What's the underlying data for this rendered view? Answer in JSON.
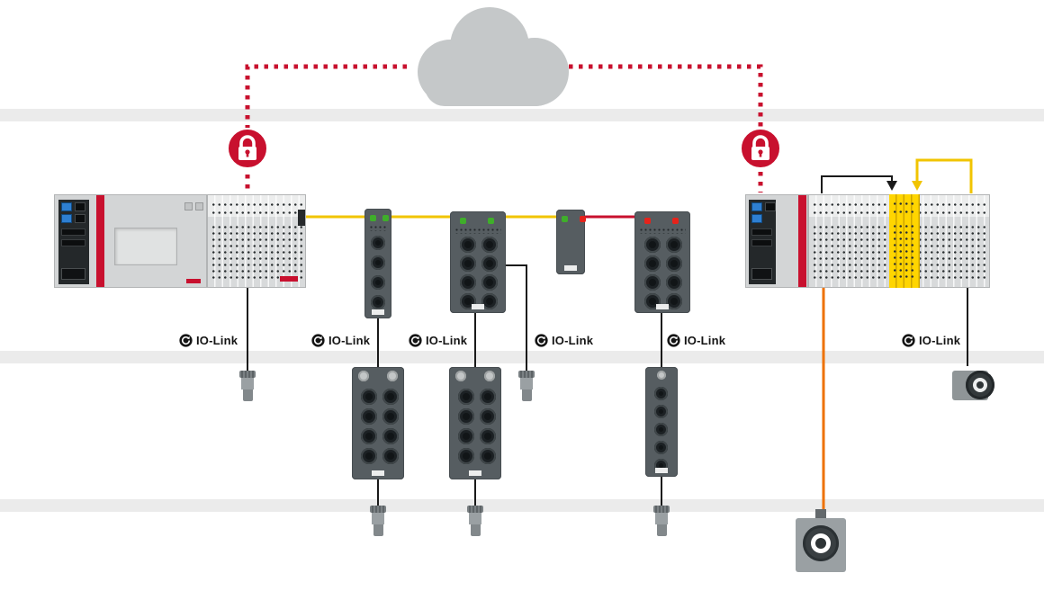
{
  "diagram": {
    "type": "network-topology",
    "iolink_labels": [
      {
        "of": "left-plc-station",
        "text": "IO-Link"
      },
      {
        "of": "iolink-master-1",
        "text": "IO-Link"
      },
      {
        "of": "iolink-master-2",
        "text": "IO-Link"
      },
      {
        "of": "branch-drop",
        "text": "IO-Link"
      },
      {
        "of": "iolink-master-3",
        "text": "IO-Link"
      },
      {
        "of": "right-plc-station",
        "text": "IO-Link"
      }
    ],
    "colors": {
      "brand_red": "#c8102e",
      "cable_yellow": "#f1c400",
      "cable_red": "#c8102e",
      "cable_orange": "#ee7203",
      "cable_black": "#1a1a1a",
      "safety_terminal_yellow": "#ffd500",
      "layer_band_gray": "#ebebeb",
      "cloud_gray": "#c5c8c9",
      "module_gray": "#565d61",
      "terminal_gray": "#d8dadb"
    },
    "nodes": [
      {
        "name": "cloud"
      },
      {
        "name": "security-lock-left"
      },
      {
        "name": "security-lock-right"
      },
      {
        "name": "left-plc-station"
      },
      {
        "name": "right-plc-station"
      },
      {
        "name": "safety-terminals"
      },
      {
        "name": "iolink-master-1"
      },
      {
        "name": "iolink-master-2"
      },
      {
        "name": "branch-coupler"
      },
      {
        "name": "iolink-master-3"
      },
      {
        "name": "iolink-device-1"
      },
      {
        "name": "iolink-device-2"
      },
      {
        "name": "iolink-device-3"
      },
      {
        "name": "sensor-plug-1"
      },
      {
        "name": "sensor-plug-2"
      },
      {
        "name": "sensor-plug-3"
      },
      {
        "name": "sensor-plug-4"
      },
      {
        "name": "sensor-plug-5"
      },
      {
        "name": "cable-reel-sensor"
      },
      {
        "name": "signal-horn"
      }
    ],
    "connections": [
      {
        "from": "cloud",
        "to": "security-lock-left",
        "style": "dotted-red"
      },
      {
        "from": "cloud",
        "to": "security-lock-right",
        "style": "dotted-red"
      },
      {
        "from": "security-lock-left",
        "to": "left-plc-station",
        "style": "dotted-red"
      },
      {
        "from": "security-lock-right",
        "to": "right-plc-station",
        "style": "dotted-red"
      },
      {
        "from": "left-plc-station",
        "to": "iolink-master-1",
        "style": "yellow"
      },
      {
        "from": "iolink-master-1",
        "to": "iolink-master-2",
        "style": "yellow"
      },
      {
        "from": "iolink-master-2",
        "to": "branch-coupler",
        "style": "yellow"
      },
      {
        "from": "branch-coupler",
        "to": "iolink-master-3",
        "style": "red"
      },
      {
        "from": "left-plc-station",
        "to": "sensor-plug-1",
        "style": "black"
      },
      {
        "from": "iolink-master-1",
        "to": "iolink-device-1",
        "style": "black"
      },
      {
        "from": "iolink-device-1",
        "to": "sensor-plug-3",
        "style": "black"
      },
      {
        "from": "iolink-master-2",
        "to": "iolink-device-2",
        "style": "black"
      },
      {
        "from": "iolink-device-2",
        "to": "sensor-plug-4",
        "style": "black"
      },
      {
        "from": "iolink-master-2",
        "to": "sensor-plug-2",
        "style": "black"
      },
      {
        "from": "iolink-master-3",
        "to": "iolink-device-3",
        "style": "black"
      },
      {
        "from": "iolink-device-3",
        "to": "sensor-plug-5",
        "style": "black"
      },
      {
        "from": "right-plc-station",
        "to": "cable-reel-sensor",
        "style": "black"
      },
      {
        "from": "right-plc-station",
        "to": "signal-horn",
        "style": "orange"
      },
      {
        "from": "right-plc-station",
        "to": "safety-terminals",
        "style": "black-arrow"
      },
      {
        "from": "safety-terminals",
        "to": "right-plc-station",
        "style": "yellow-arrow"
      }
    ]
  }
}
